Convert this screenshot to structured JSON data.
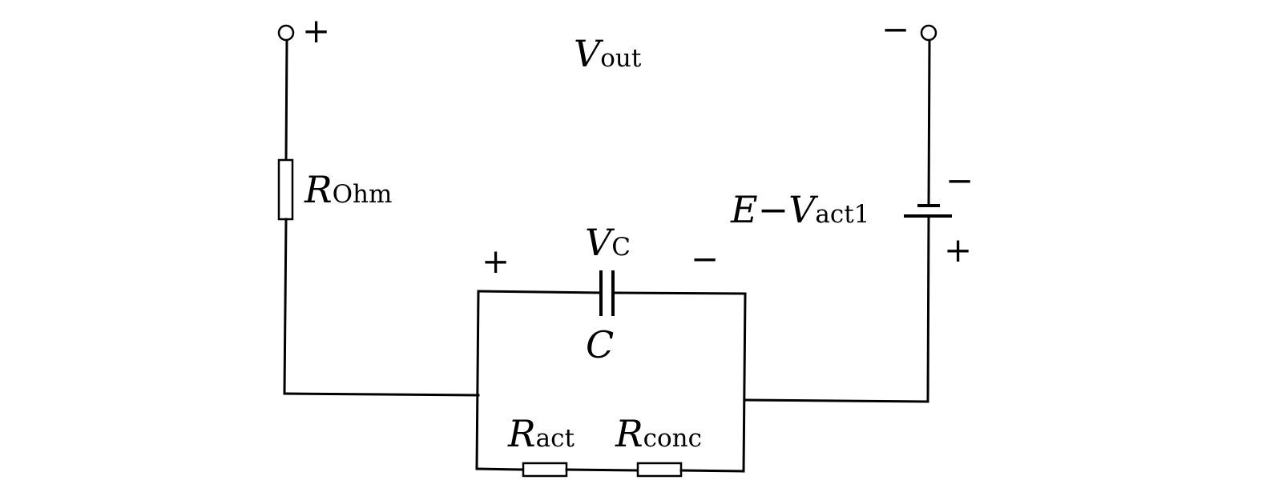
{
  "terminals": {
    "left_sign": "+",
    "right_sign": "−"
  },
  "labels": {
    "vout": {
      "main": "V",
      "sub": "out"
    },
    "rohm": {
      "main": "R",
      "sub": "Ohm"
    },
    "battery": {
      "prefix": "E",
      "op": "−",
      "main": "V",
      "sub": "act1"
    },
    "vc": {
      "main": "V",
      "sub": "C"
    },
    "cap": {
      "main": "C"
    },
    "ract": {
      "main": "R",
      "sub": "act"
    },
    "rconc": {
      "main": "R",
      "sub": "conc"
    }
  },
  "battery_signs": {
    "top": "−",
    "bottom": "+"
  },
  "capacitor_signs": {
    "left": "+",
    "right": "−"
  }
}
